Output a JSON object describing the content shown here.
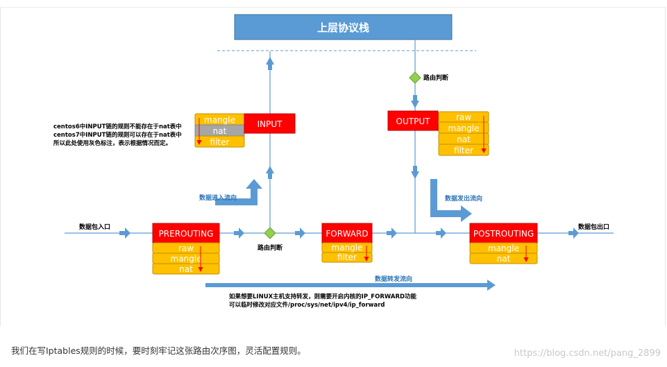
{
  "colors": {
    "top_box": "#5b9bd5",
    "chain_red": "#ff0000",
    "table_gold": "#ffc000",
    "table_gray": "#a6a6a6",
    "line_blue": "#5b9bd5",
    "decision_green": "#92d050",
    "flow_text_blue": "#2e75b6"
  },
  "diagram": {
    "top_stack": "上层协议栈",
    "route_upper": "路由判断",
    "route_lower": "路由判断",
    "inbound_label": "数据包入口",
    "outbound_label": "数据包出口",
    "flow_in": "数据进入流向",
    "flow_out": "数据发出流向",
    "flow_forward": "数据转发流向",
    "chains": {
      "input": {
        "name": "INPUT",
        "tables": [
          "mangle",
          "nat",
          "filter"
        ]
      },
      "output": {
        "name": "OUTPUT",
        "tables": [
          "raw",
          "mangle",
          "nat",
          "filter"
        ]
      },
      "prerouting": {
        "name": "PREROUTING",
        "tables": [
          "raw",
          "mangle",
          "nat"
        ]
      },
      "forward": {
        "name": "FORWARD",
        "tables": [
          "mangle",
          "filter"
        ]
      },
      "postrouting": {
        "name": "POSTROUTING",
        "tables": [
          "mangle",
          "nat"
        ]
      }
    },
    "note_input": [
      "centos6中INPUT链的规则不能存在于nat表中",
      "centos7中INPUT链的规则可以存在于nat表中",
      "所以此处使用灰色标注，表示根据情况而定。"
    ],
    "note_forward": [
      "如果想要LINUX主机支持转发，则需要开启内核的IP_FORWARD功能",
      "可以临时修改对应文件/proc/sys/net/ipv4/ip_forward"
    ]
  },
  "caption": "我们在写Iptables规则的时候，要时刻牢记这张路由次序图，灵活配置规则。",
  "watermark": "https://blog.csdn.net/pang_2899"
}
